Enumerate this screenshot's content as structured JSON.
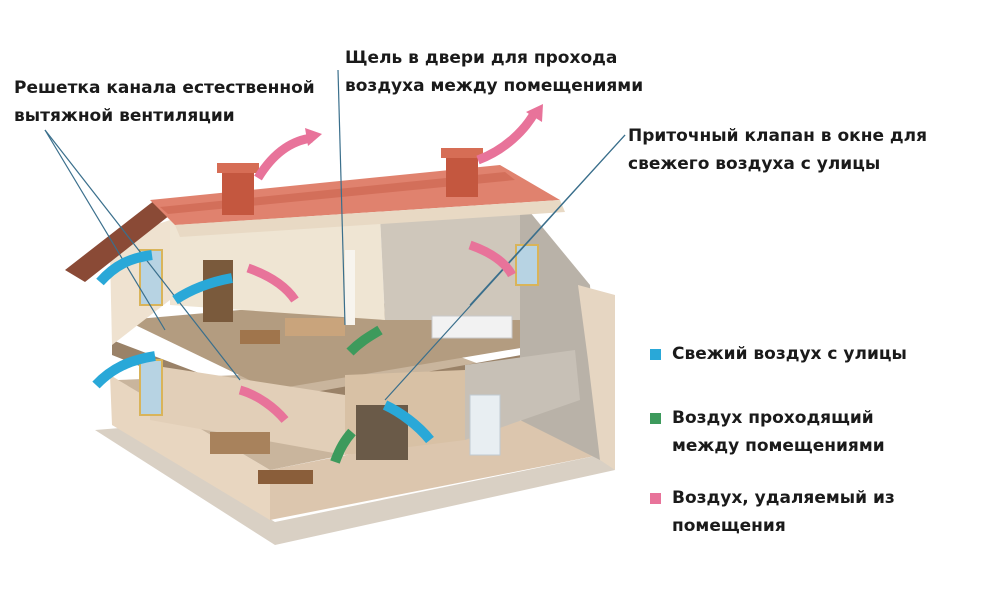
{
  "callouts": {
    "grille": {
      "line1": "Решетка канала естественной",
      "line2": "вытяжной вентиляции"
    },
    "door_gap": {
      "line1": "Щель в двери для прохода",
      "line2": "воздуха между помещениями"
    },
    "window_valve": {
      "line1": "Приточный клапан в окне для",
      "line2": "свежего воздуха с улицы"
    }
  },
  "legend": {
    "fresh": {
      "label": "Свежий воздух с улицы",
      "color": "#29a8d8"
    },
    "passing": {
      "line1": "Воздух проходящий",
      "line2": "между помещениями",
      "color": "#3d9a5c"
    },
    "exhaust": {
      "line1": "Воздух, удаляемый из",
      "line2": "помещения",
      "color": "#e8739a"
    }
  },
  "colors": {
    "roof": "#e0826e",
    "chimney": "#c4573f",
    "wall_outer": "#ead9c6",
    "floor": "#a58d72",
    "leader_line": "#3a6f8c"
  },
  "icons": [
    "house-illustration",
    "fresh-air-arrow",
    "exhaust-air-arrow",
    "passing-air-arrow"
  ]
}
